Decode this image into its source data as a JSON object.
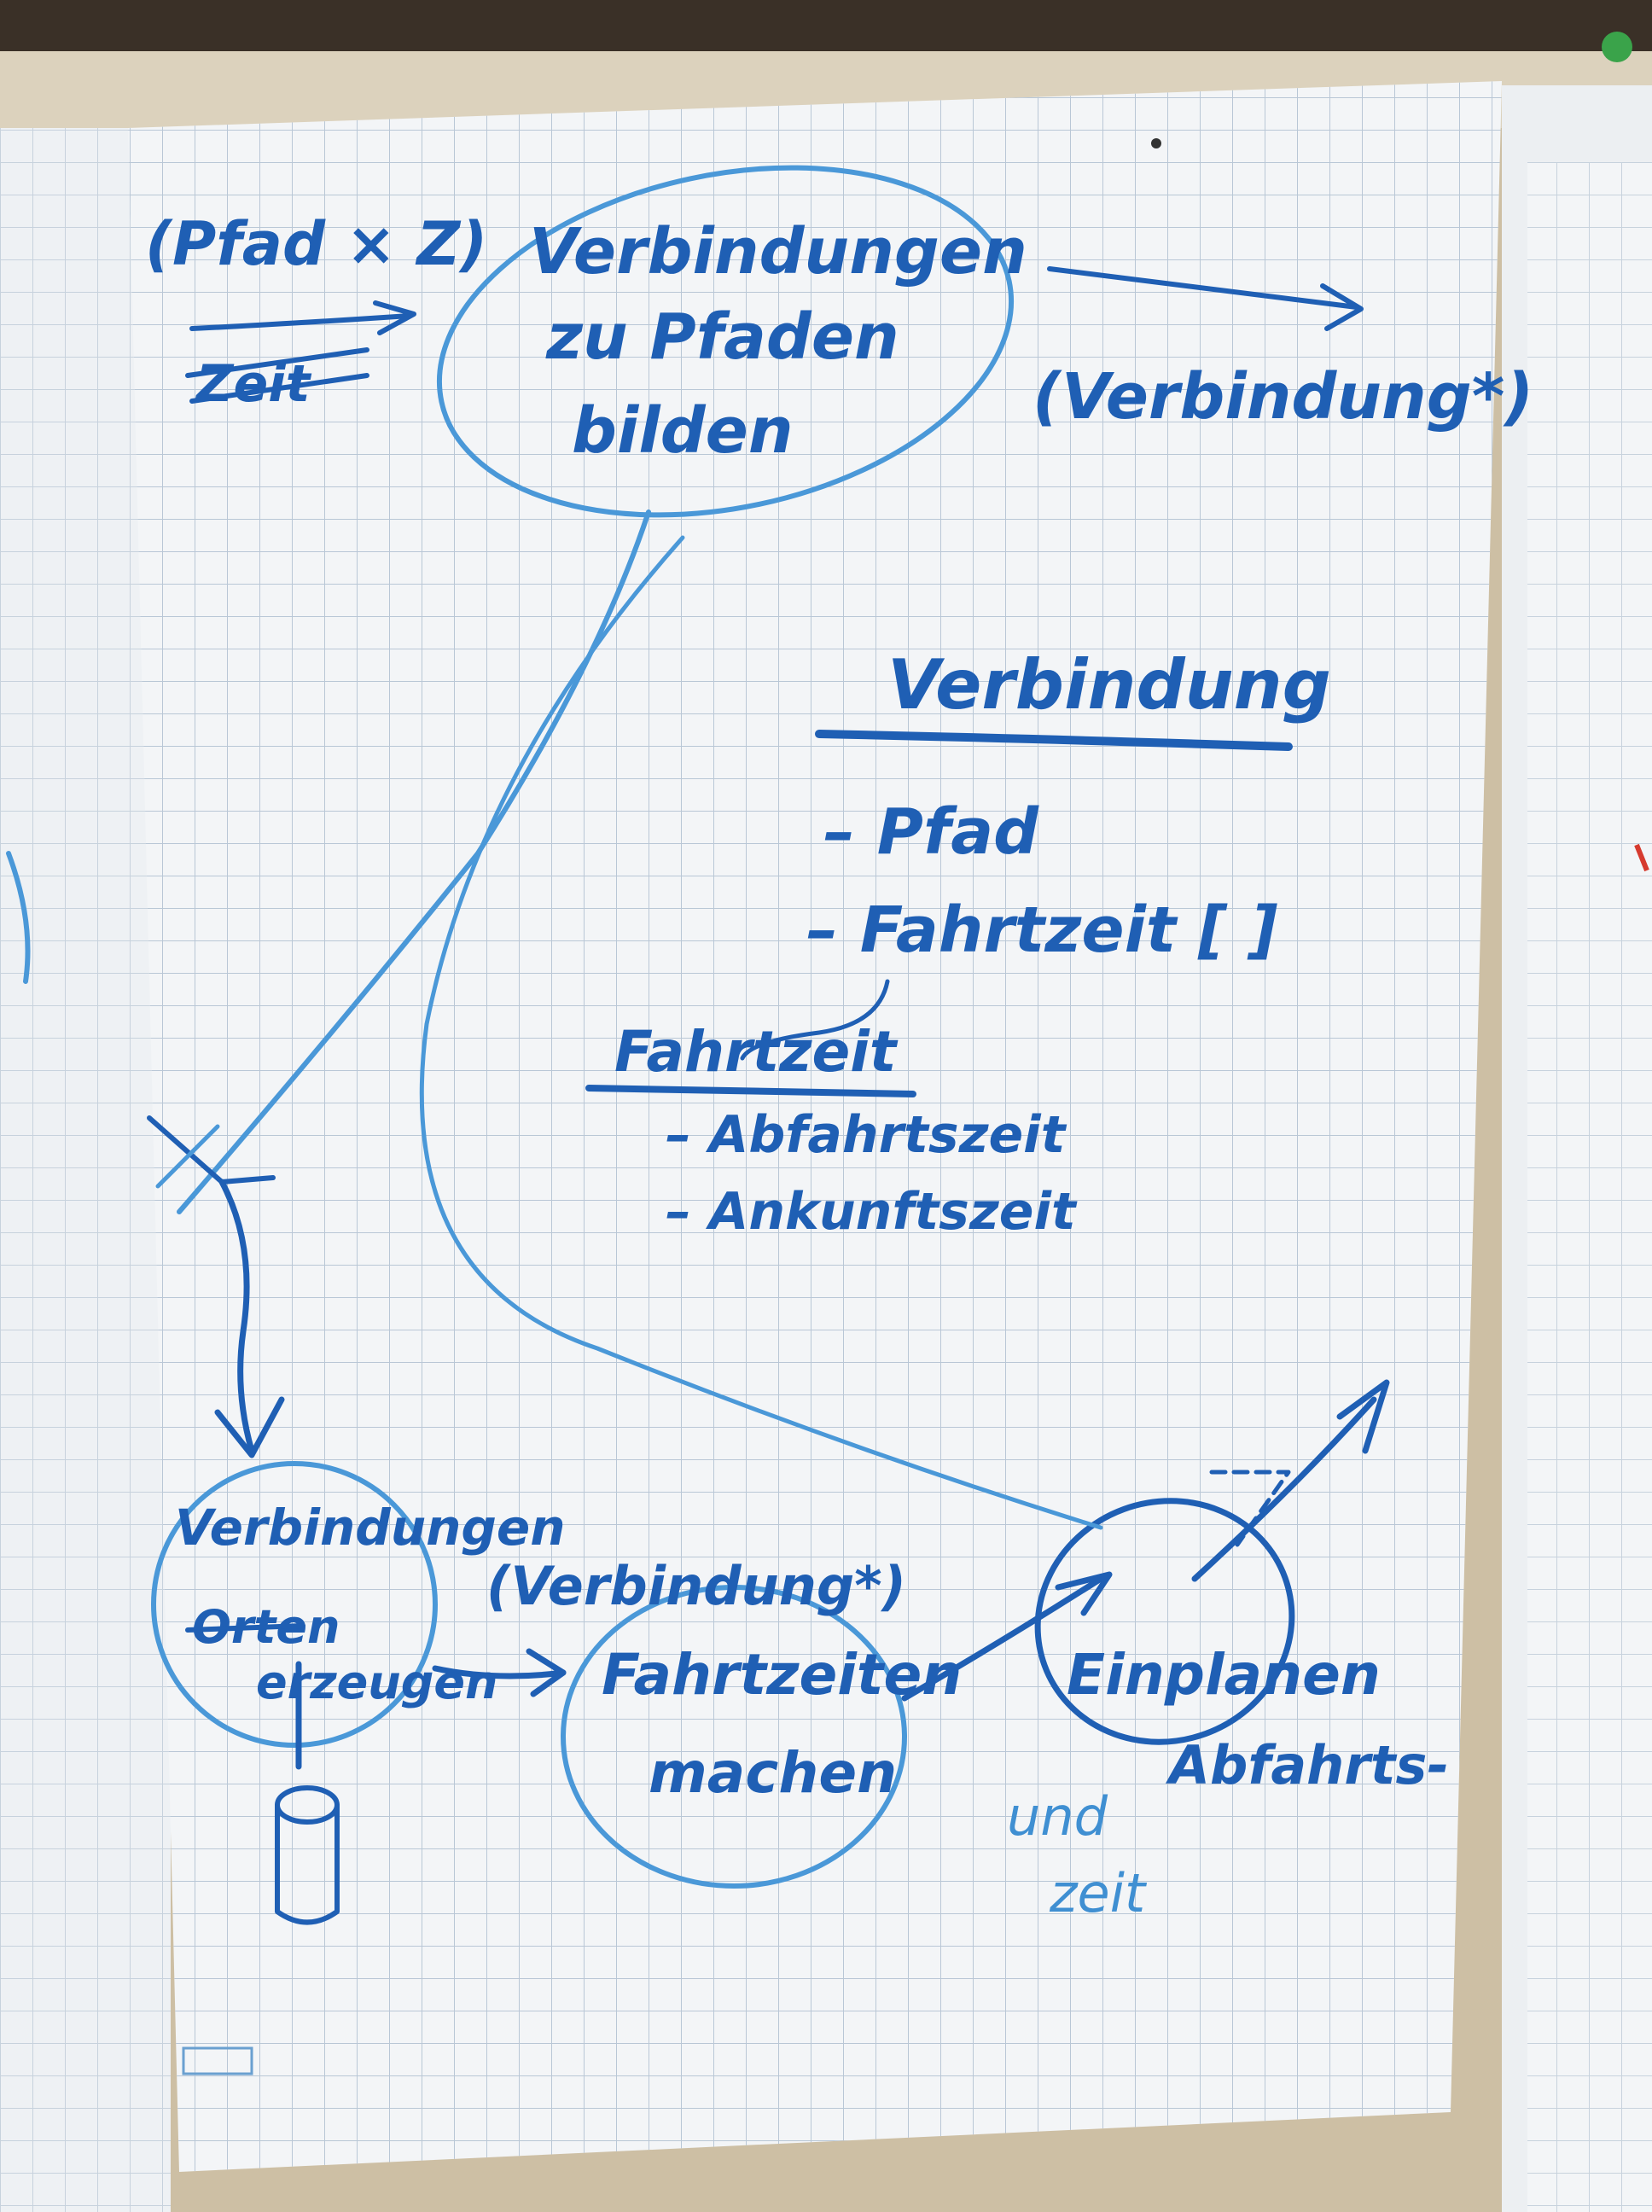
{
  "diagram": {
    "nodes": {
      "bilden": {
        "lines": [
          "Verbindungen",
          "zu Pfaden",
          "bilden"
        ]
      },
      "erzeugen": {
        "lines": [
          "Verbindungen",
          "Orten",
          "erzeugen"
        ]
      },
      "machen": {
        "lines": [
          "Fahrtzeiten",
          "machen"
        ]
      },
      "einplanen": {
        "lines": [
          "Einplanen"
        ]
      }
    },
    "annotations": {
      "pfad_note": "(Pfad × Z)",
      "zeit_struck": "Zeit",
      "verbindung_out": "(Verbindung*)",
      "verbindung_in": "(Verbindung*)",
      "abfahrts_note": [
        "Abfahrts-",
        "und",
        "zeit"
      ]
    },
    "entities": {
      "verbindung": {
        "title": "Verbindung",
        "fields": [
          "– Pfad",
          "– Fahrtzeit [ ]"
        ]
      },
      "fahrtzeit": {
        "title": "Fahrtzeit",
        "fields": [
          "– Abfahrtszeit",
          "– Ankunftszeit"
        ]
      }
    }
  },
  "colors": {
    "ink": "#1f5fb4",
    "ink_light": "#4a98d8",
    "grid": "#b9c7d6",
    "paper": "#f3f5f7"
  }
}
